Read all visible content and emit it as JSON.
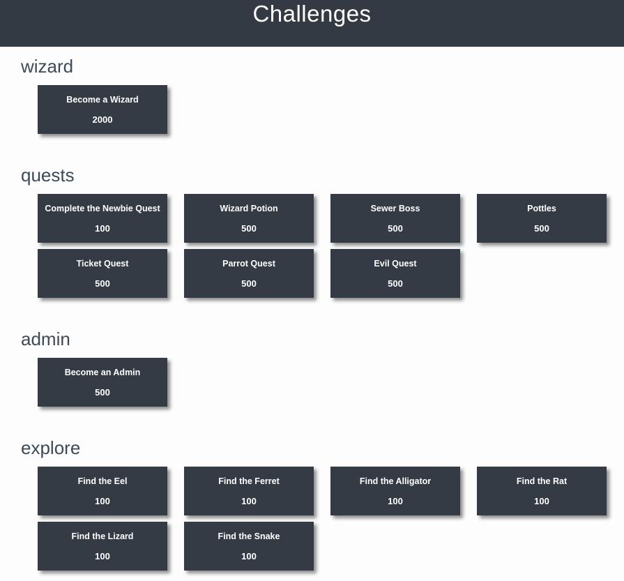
{
  "page": {
    "title": "Challenges"
  },
  "colors": {
    "header_background": "#343a44",
    "card_background": "#353b45",
    "card_text": "#ffffff",
    "category_heading_text": "#3c4a59",
    "page_background": "#fdfdfd"
  },
  "categories": [
    {
      "name": "wizard",
      "challenges": [
        {
          "title": "Become a Wizard",
          "points": "2000"
        }
      ]
    },
    {
      "name": "quests",
      "challenges": [
        {
          "title": "Complete the Newbie Quest",
          "points": "100"
        },
        {
          "title": "Wizard Potion",
          "points": "500"
        },
        {
          "title": "Sewer Boss",
          "points": "500"
        },
        {
          "title": "Pottles",
          "points": "500"
        },
        {
          "title": "Ticket Quest",
          "points": "500"
        },
        {
          "title": "Parrot Quest",
          "points": "500"
        },
        {
          "title": "Evil Quest",
          "points": "500"
        }
      ]
    },
    {
      "name": "admin",
      "challenges": [
        {
          "title": "Become an Admin",
          "points": "500"
        }
      ]
    },
    {
      "name": "explore",
      "challenges": [
        {
          "title": "Find the Eel",
          "points": "100"
        },
        {
          "title": "Find the Ferret",
          "points": "100"
        },
        {
          "title": "Find the Alligator",
          "points": "100"
        },
        {
          "title": "Find the Rat",
          "points": "100"
        },
        {
          "title": "Find the Lizard",
          "points": "100"
        },
        {
          "title": "Find the Snake",
          "points": "100"
        }
      ]
    }
  ]
}
